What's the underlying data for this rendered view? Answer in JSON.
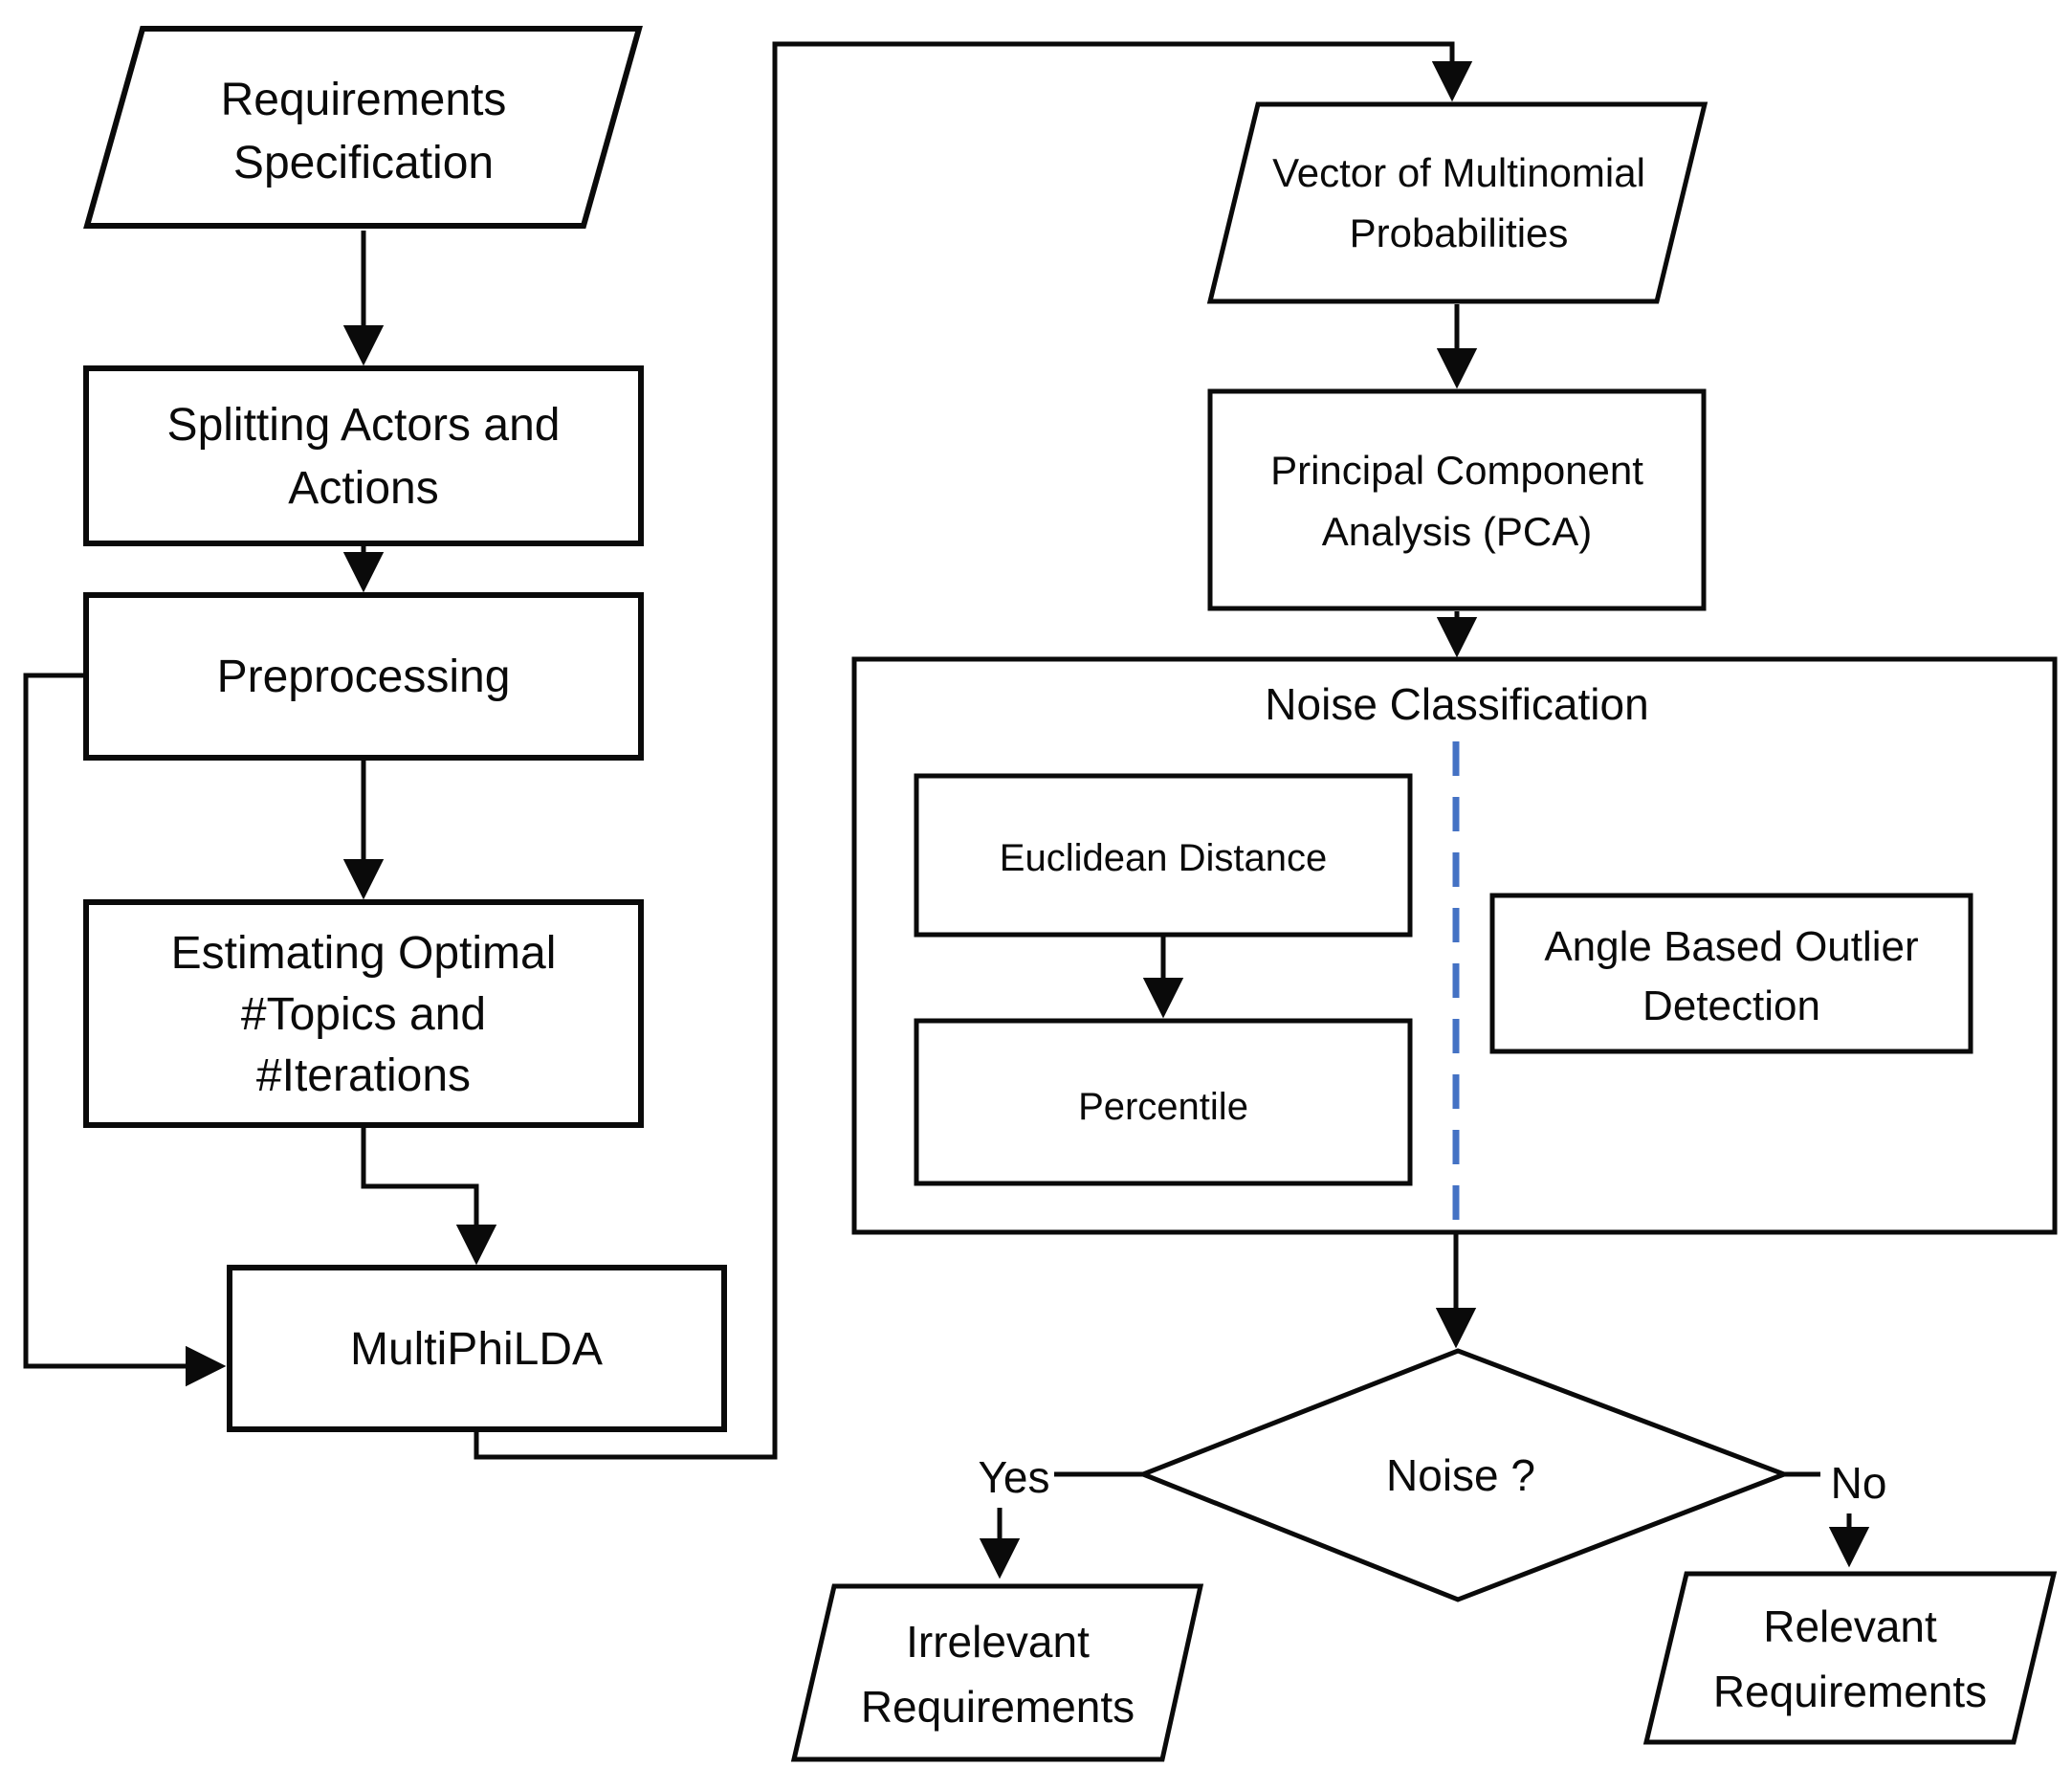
{
  "colors": {
    "stroke": "#0a0a0a",
    "divider": "#4472C4",
    "node_fill": "#ffffff",
    "background": "#ffffff"
  },
  "nodes": {
    "requirements_specification": {
      "line1": "Requirements",
      "line2": "Specification"
    },
    "splitting_actors_actions": {
      "line1": "Splitting Actors and",
      "line2": "Actions"
    },
    "preprocessing": {
      "label": "Preprocessing"
    },
    "estimating_optimal": {
      "line1": "Estimating  Optimal",
      "line2": "#Topics and",
      "line3": "#Iterations"
    },
    "multiphilda": {
      "label": "MultiPhiLDA"
    },
    "vector_multinomial": {
      "line1": "Vector of Multinomial",
      "line2": "Probabilities"
    },
    "pca": {
      "line1": "Principal Component",
      "line2": "Analysis (PCA)"
    },
    "noise_classification": {
      "title": "Noise Classification"
    },
    "euclidean_distance": {
      "label": "Euclidean Distance"
    },
    "percentile": {
      "label": "Percentile"
    },
    "angle_based_outlier": {
      "line1": "Angle Based Outlier",
      "line2": "Detection"
    },
    "noise_decision": {
      "label": "Noise ?"
    },
    "irrelevant_requirements": {
      "line1": "Irrelevant",
      "line2": "Requirements"
    },
    "relevant_requirements": {
      "line1": "Relevant",
      "line2": "Requirements"
    }
  },
  "edge_labels": {
    "yes": "Yes",
    "no": "No"
  }
}
